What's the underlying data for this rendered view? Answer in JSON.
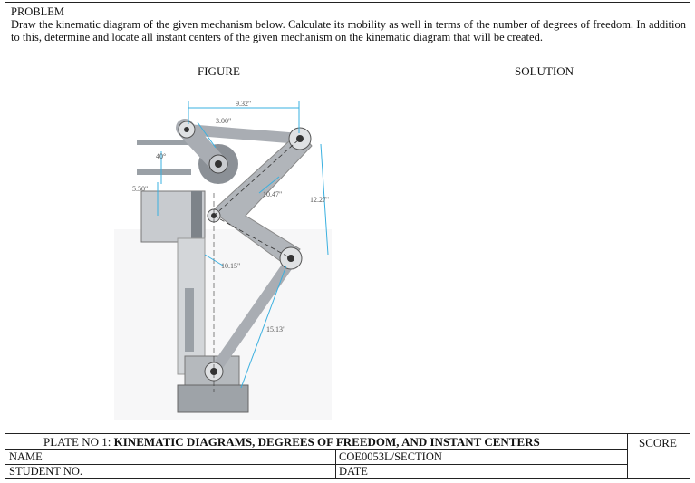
{
  "problem": {
    "heading": "PROBLEM",
    "text": "Draw the kinematic diagram of the given mechanism below. Calculate its mobility as well in terms of the number of degrees of freedom. In addition to this, determine and locate all instant centers of the given mechanism on the kinematic diagram that will be created."
  },
  "columns": {
    "figure_label": "FIGURE",
    "solution_label": "SOLUTION"
  },
  "figure": {
    "dimensions": [
      "9.32\"",
      "3.00\"",
      "40°",
      "5.50\"",
      "10.47\"",
      "12.27\"",
      "10.15\"",
      "15.13\""
    ]
  },
  "plate": {
    "prefix": "PLATE NO 1: ",
    "title": "KINEMATIC DIAGRAMS, DEGREES OF FREEDOM, AND INSTANT CENTERS",
    "score_label": "SCORE"
  },
  "info": {
    "name_label": "NAME",
    "course_label": "COE0053L/SECTION",
    "student_label": "STUDENT NO.",
    "date_label": "DATE"
  },
  "colors": {
    "dimension": "#3ab0e0",
    "link": "#a9adb3",
    "link_dark": "#6f757c",
    "border": "#222222"
  }
}
